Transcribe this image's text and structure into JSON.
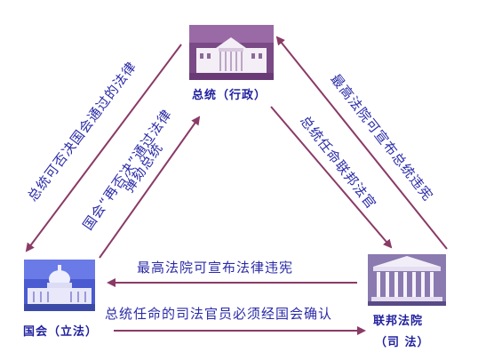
{
  "nodes": {
    "president": {
      "label": "总统（行政）"
    },
    "congress": {
      "label": "国会（立法）"
    },
    "court": {
      "label_line1": "联邦法院",
      "label_line2": "（司  法）"
    }
  },
  "relations": {
    "president_veto": "总统可否决国会通过的法律",
    "congress_override": "国会“再否决”通过法律",
    "congress_impeach": "弹劾总统",
    "court_president_unconstitutional": "最高法院可宣布总统违宪",
    "president_appoints_judges": "总统任命联邦法官",
    "court_law_unconstitutional": "最高法院可宣布法律违宪",
    "senate_confirms_judges": "总统任命的司法官员必须经国会确认"
  },
  "colors": {
    "arrow": "#8a3a66",
    "text": "#2b2ba8",
    "label": "#1f1f9e"
  }
}
